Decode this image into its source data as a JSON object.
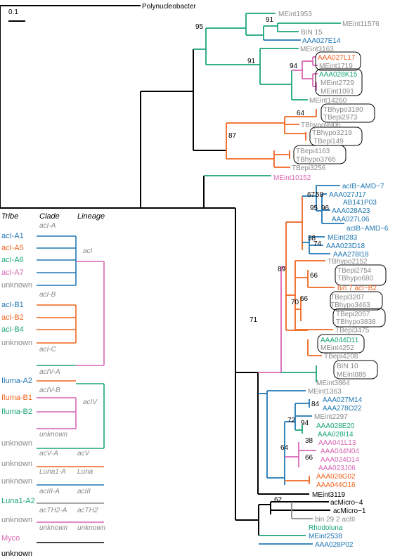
{
  "colors": {
    "black": "#000000",
    "orange": "#f06420",
    "green": "#1ba57c",
    "blue": "#1f77b4",
    "pink": "#d966b4",
    "gray": "#8a8a8a"
  },
  "scale_bar": {
    "label": "0.1"
  },
  "root_label": "Polynucleobacter",
  "legend": {
    "headers": {
      "tribe": "Tribe",
      "clade": "Clade",
      "lineage": "Lineage"
    },
    "rows": [
      {
        "tribe": "acI-A1",
        "color": "blue"
      },
      {
        "tribe": "acI-A5",
        "color": "orange"
      },
      {
        "tribe": "acI-A6",
        "color": "green"
      },
      {
        "tribe": "acI-A7",
        "color": "pink"
      },
      {
        "tribe": "unknown",
        "color": "gray"
      },
      {
        "tribe": "acI-B1",
        "color": "blue"
      },
      {
        "tribe": "acI-B2",
        "color": "orange"
      },
      {
        "tribe": "acI-B4",
        "color": "green"
      },
      {
        "tribe": "unknown",
        "color": "gray"
      },
      {
        "tribe": "Iluma-A2",
        "color": "blue"
      },
      {
        "tribe": "Iluma-B1",
        "color": "orange"
      },
      {
        "tribe": "Iluma-B2",
        "color": "green"
      },
      {
        "tribe": "unknown",
        "color": "gray"
      },
      {
        "tribe": "unknown",
        "color": "gray"
      },
      {
        "tribe": "unknown",
        "color": "gray"
      },
      {
        "tribe": "Luna1-A2",
        "color": "green"
      },
      {
        "tribe": "unknown",
        "color": "gray"
      },
      {
        "tribe": "Myco",
        "color": "pink"
      },
      {
        "tribe": "unknown",
        "color": "black"
      }
    ],
    "clades": [
      "acI-A",
      "acI-B",
      "acI-C",
      "acIV-A",
      "acIV-B",
      "unknown",
      "acV-A",
      "Luna1-A",
      "acIII-A",
      "acTH2-A",
      "unknown"
    ],
    "lineages": [
      "acI",
      "acIV",
      "acV",
      "Luna",
      "acIII",
      "acTH2",
      "unknown"
    ]
  },
  "leaves": [
    {
      "label": "MEint1953",
      "color": "gray"
    },
    {
      "label": "MEint11576",
      "color": "gray"
    },
    {
      "label": "BIN 15",
      "color": "gray"
    },
    {
      "label": "AAA027E14",
      "color": "blue"
    },
    {
      "label": "MEint3163",
      "color": "gray"
    },
    {
      "label": "AAA027L17",
      "color": "orange"
    },
    {
      "label": "MEint1719",
      "color": "gray"
    },
    {
      "label": "AAA028K15",
      "color": "green"
    },
    {
      "label": "MEint2729",
      "color": "gray"
    },
    {
      "label": "MEint1091",
      "color": "gray"
    },
    {
      "label": "MEint14260",
      "color": "gray"
    },
    {
      "label": "TBhypo3180",
      "color": "gray"
    },
    {
      "label": "TBepi2973",
      "color": "gray"
    },
    {
      "label": "TBhypo9906",
      "color": "gray"
    },
    {
      "label": "TBhypo3219",
      "color": "gray"
    },
    {
      "label": "TBepi149",
      "color": "gray"
    },
    {
      "label": "TBepi4163",
      "color": "gray"
    },
    {
      "label": "TBhypo3765",
      "color": "gray"
    },
    {
      "label": "TBepi3256",
      "color": "gray"
    },
    {
      "label": "MEint10152",
      "color": "pink"
    },
    {
      "label": "acIB−AMD−7",
      "color": "blue"
    },
    {
      "label": "AAA027J17",
      "color": "blue"
    },
    {
      "label": "AB141P03",
      "color": "blue"
    },
    {
      "label": "AAA028A23",
      "color": "blue"
    },
    {
      "label": "AAA027L06",
      "color": "blue"
    },
    {
      "label": "acIB−AMD−6",
      "color": "blue"
    },
    {
      "label": "MEint283",
      "color": "blue"
    },
    {
      "label": "AAA023D18",
      "color": "blue"
    },
    {
      "label": "AAA278I18",
      "color": "blue"
    },
    {
      "label": "TBhypo2152",
      "color": "gray"
    },
    {
      "label": "TBepi2754",
      "color": "gray"
    },
    {
      "label": "TBhypo680",
      "color": "gray"
    },
    {
      "label": "bin 7 acI−B2",
      "color": "orange"
    },
    {
      "label": "TBepi3207",
      "color": "gray"
    },
    {
      "label": "TBhypo3463",
      "color": "gray"
    },
    {
      "label": "TBepi2057",
      "color": "gray"
    },
    {
      "label": "TBhypo3838",
      "color": "gray"
    },
    {
      "label": "TBepi3475",
      "color": "gray"
    },
    {
      "label": "AAA044D11",
      "color": "green"
    },
    {
      "label": "MEint4252",
      "color": "gray"
    },
    {
      "label": "TBepi4208",
      "color": "gray"
    },
    {
      "label": "BIN 10",
      "color": "gray"
    },
    {
      "label": "MEint885",
      "color": "gray"
    },
    {
      "label": "MEint3864",
      "color": "gray"
    },
    {
      "label": "MEint1363",
      "color": "gray"
    },
    {
      "label": "AAA027M14",
      "color": "blue"
    },
    {
      "label": "AAA278O22",
      "color": "blue"
    },
    {
      "label": "MEint2297",
      "color": "gray"
    },
    {
      "label": "AAA028E20",
      "color": "green"
    },
    {
      "label": "AAA028I14",
      "color": "green"
    },
    {
      "label": "AAA041L13",
      "color": "pink"
    },
    {
      "label": "AAA044N04",
      "color": "pink"
    },
    {
      "label": "AAA024D14",
      "color": "pink"
    },
    {
      "label": "AAA023J06",
      "color": "pink"
    },
    {
      "label": "AAA028G02",
      "color": "orange"
    },
    {
      "label": "AAA044O16",
      "color": "orange"
    },
    {
      "label": "MEint3119",
      "color": "black"
    },
    {
      "label": "acMicro−4",
      "color": "black"
    },
    {
      "label": "acMicro−1",
      "color": "black"
    },
    {
      "label": "bin 29 2 acIII",
      "color": "gray"
    },
    {
      "label": "Rhodoluna",
      "color": "green"
    },
    {
      "label": "MEint2538",
      "color": "blue"
    },
    {
      "label": "AAA028P02",
      "color": "blue"
    }
  ],
  "bootstrap": [
    {
      "label": "95"
    },
    {
      "label": "91"
    },
    {
      "label": "91"
    },
    {
      "label": "94"
    },
    {
      "label": "64"
    },
    {
      "label": "87"
    },
    {
      "label": "67"
    },
    {
      "label": "58"
    },
    {
      "label": "95"
    },
    {
      "label": "96"
    },
    {
      "label": "58"
    },
    {
      "label": "74"
    },
    {
      "label": "89"
    },
    {
      "label": "66"
    },
    {
      "label": "70"
    },
    {
      "label": "66"
    },
    {
      "label": "71"
    },
    {
      "label": "84"
    },
    {
      "label": "72"
    },
    {
      "label": "94"
    },
    {
      "label": "38"
    },
    {
      "label": "66"
    },
    {
      "label": "64"
    },
    {
      "label": "62"
    }
  ]
}
